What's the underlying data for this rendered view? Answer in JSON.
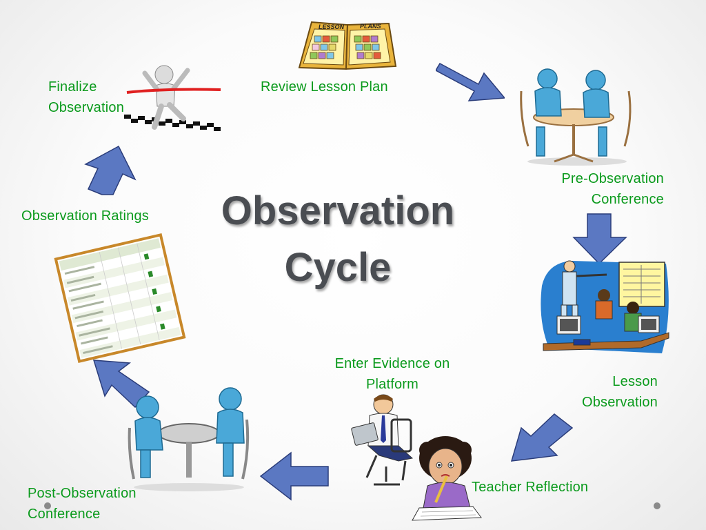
{
  "title": {
    "line1": "Observation",
    "line2": "Cycle"
  },
  "steps": {
    "review_lesson_plan": "Review Lesson Plan",
    "pre_observation_line1": "Pre-Observation",
    "pre_observation_line2": "Conference",
    "lesson_observation_line1": "Lesson",
    "lesson_observation_line2": "Observation",
    "teacher_reflection": "Teacher Reflection",
    "enter_evidence_line1": "Enter Evidence on",
    "enter_evidence_line2": "Platform",
    "post_observation_line1": "Post-Observation",
    "post_observation_line2": "Conference",
    "observation_ratings": "Observation Ratings",
    "finalize_line1": "Finalize",
    "finalize_line2": "Observation"
  },
  "lesson_plans_book": {
    "left_word": "LESSON",
    "right_word": "PLANS"
  },
  "colors": {
    "label_green": "#0a9a1c",
    "arrow_fill": "#5b78c2",
    "arrow_stroke": "#2b3d7a",
    "title_gray": "#4a4d52",
    "figure_blue": "#4aa8d8"
  }
}
